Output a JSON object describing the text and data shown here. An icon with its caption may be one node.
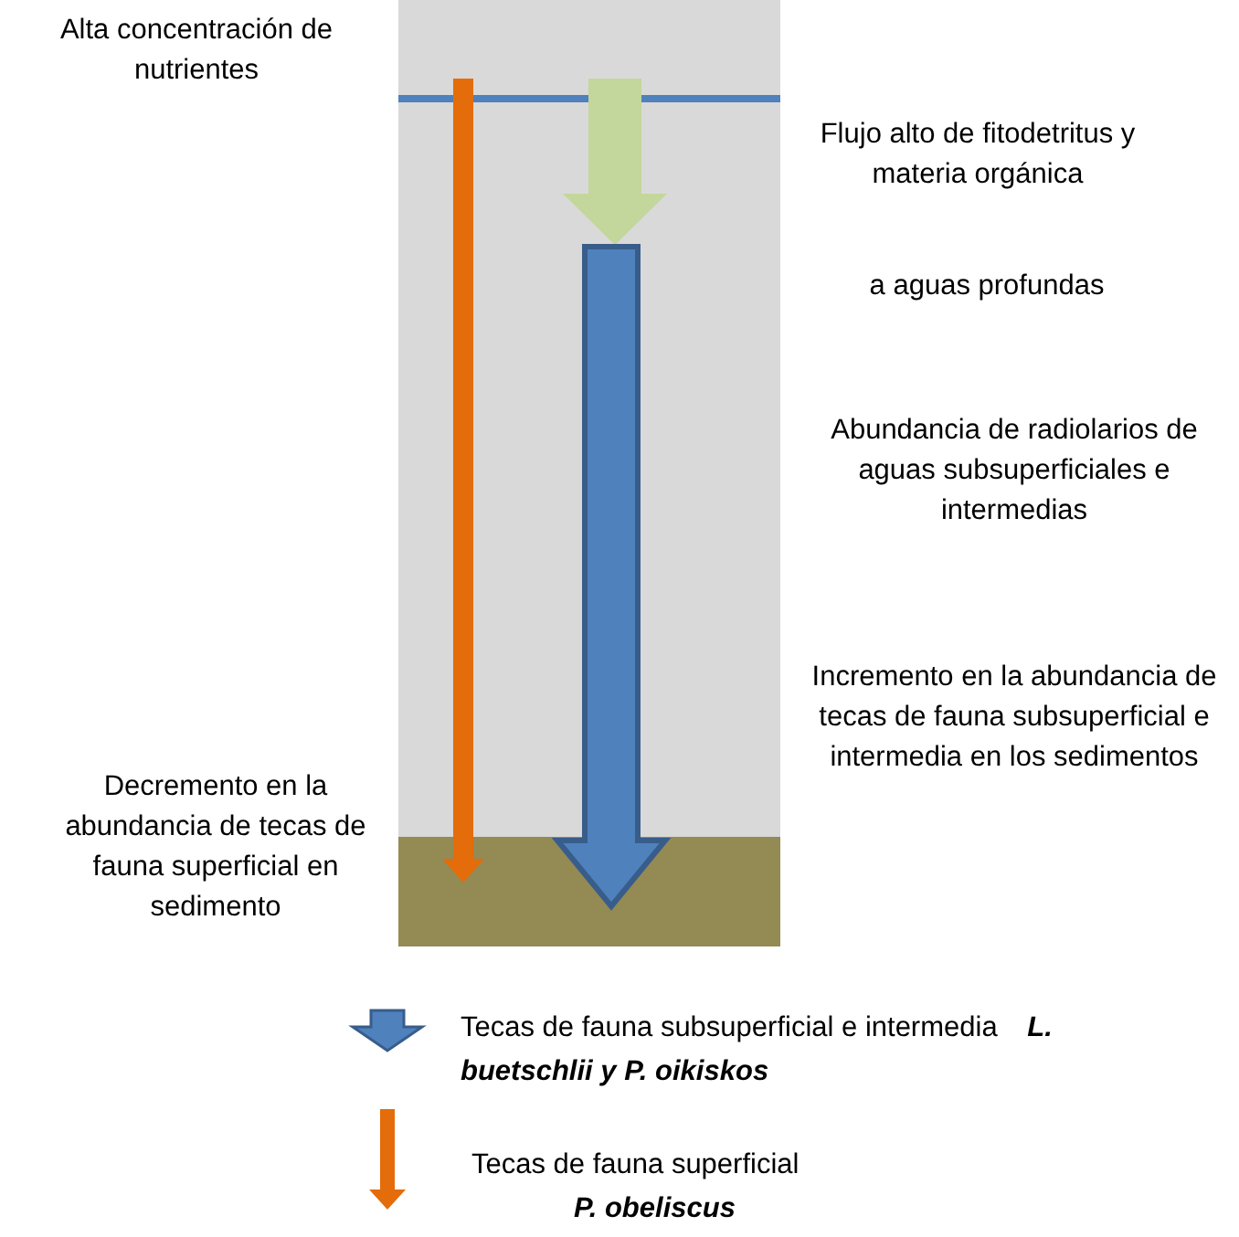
{
  "diagram": {
    "labels": [
      "Alta concentración de nutrientes",
      "Flujo alto de fitodetritus y materia orgánica",
      "a aguas profundas",
      "Abundancia de radiolarios de aguas subsuperficiales e intermedias",
      "Incremento en la abundancia de tecas de fauna subsuperficial e intermedia en los sedimentos",
      "Decremento en la abundancia de tecas de fauna superficial en sedimento"
    ],
    "legend": [
      {
        "text": "Tecas de fauna subsuperficial e intermedia **L. buetschlii y P. oikiskos**"
      },
      {
        "text": "Tecas de fauna superficial **P. obeliscus**"
      }
    ]
  }
}
